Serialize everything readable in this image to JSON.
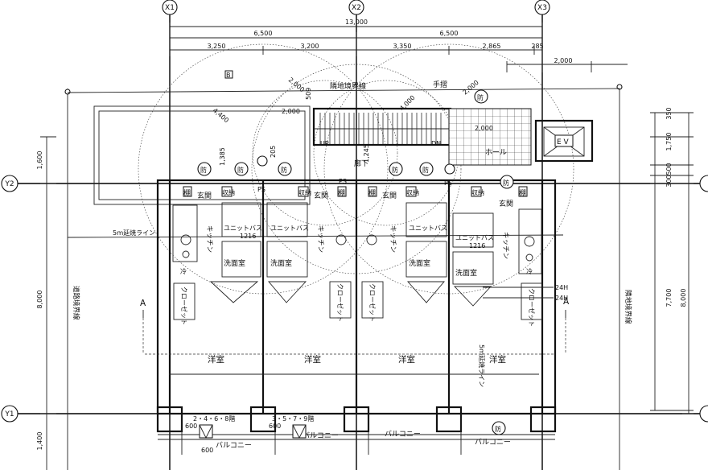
{
  "grid_axes": {
    "x1": "X1",
    "x2": "X2",
    "x3": "X3",
    "y1": "Y1",
    "y2": "Y2"
  },
  "dimensions": {
    "overall": "13,000",
    "half_left": "6,500",
    "half_right": "6,500",
    "d_3250": "3,250",
    "d_3200": "3,200",
    "d_3350": "3,350",
    "d_2865": "2,865",
    "d_285": "285",
    "d_2000_ev": "2,000",
    "d_2000_a": "2,000",
    "d_2000_b": "2,000",
    "d_2000_c": "2,000",
    "d_2000_d": "2,000",
    "d_4400": "4,400",
    "d_4000": "4,000",
    "d_509": "509",
    "d_1385": "1,385",
    "d_205": "205",
    "d_1245": "1,245",
    "d_1600": "1,600",
    "d_8000_left": "8,000",
    "d_1400": "1,400",
    "d_7700": "7,700",
    "d_8000_right": "8,000",
    "d_350": "350",
    "d_1750": "1,750",
    "d_300": "300",
    "d_500": "500",
    "d_600_a": "600",
    "d_600_b": "600",
    "d_600_c": "600"
  },
  "labels": {
    "boundary_top": "隣地境界線",
    "boundary_right": "隣地境界線",
    "road_boundary": "道路境界線",
    "handrail": "手摺",
    "ev": "E V",
    "hall": "ホール",
    "corridor": "廊下",
    "up": "UP",
    "dn": "DN",
    "ps_1": "PS",
    "ps_2": "PS",
    "ps_3": "PS",
    "bosai": "防",
    "genkan": "玄関",
    "tana": "棚",
    "shuno": "収納",
    "kitchen": "キッチン",
    "unit_bath": "ユニットバス",
    "unit_size": "1216",
    "senmenshitsu": "洗面室",
    "rei": "冷",
    "closet": "クローゼット",
    "yoshitsu": "洋室",
    "balcony": "バルコニー",
    "extension_h": "5ｍ延焼ライン",
    "extension_v": "5ｍ延焼ライン",
    "section_mark": "A",
    "floors_a": "2・4・6・8階",
    "floors_b": "3・5・7・9階",
    "meter_24h_1": "24H",
    "meter_24h_2": "24H",
    "north_mark": "B"
  }
}
